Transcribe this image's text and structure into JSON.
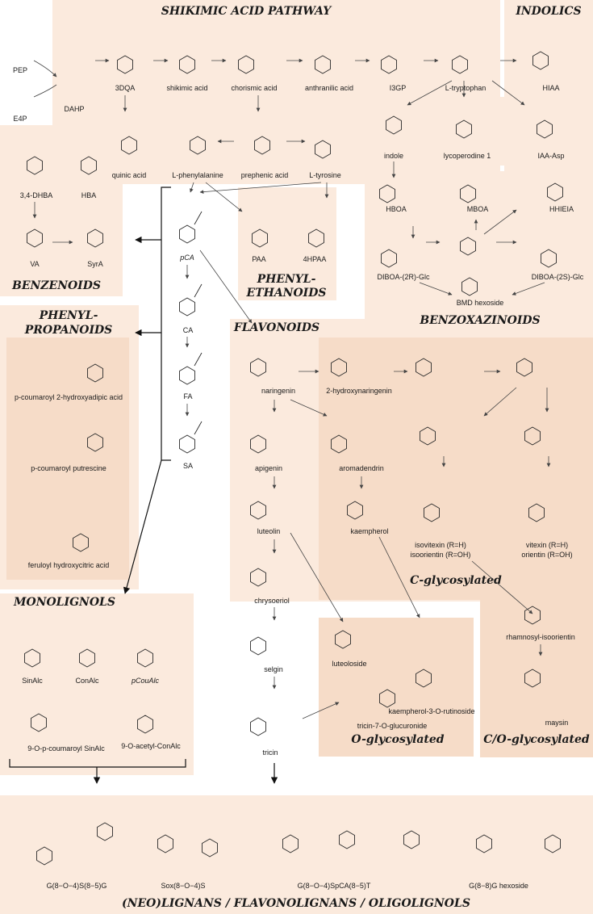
{
  "titles": {
    "shikimic": "SHIKIMIC ACID PATHWAY",
    "indolics": "INDOLICS",
    "benzenoids": "BENZENOIDS",
    "phenylpropanoids_1": "PHENYL-",
    "phenylpropanoids_2": "PROPANOIDS",
    "phenylethanoids_1": "PHENYL-",
    "phenylethanoids_2": "ETHANOIDS",
    "flavonoids": "FLAVONOIDS",
    "benzoxazinoids": "BENZOXAZINOIDS",
    "monolignols": "MONOLIGNOLS",
    "c_glycosylated": "C-glycosylated",
    "o_glycosylated": "O-glycosylated",
    "co_glycosylated": "C/O-glycosylated",
    "lignans": "(NEO)LIGNANS / FLAVONOLIGNANS / OLIGOLIGNOLS"
  },
  "compounds": {
    "pep": "PEP",
    "e4p": "E4P",
    "dahp": "DAHP",
    "dqa": "3DQA",
    "shikimic_acid": "shikimic acid",
    "chorismic_acid": "chorismic acid",
    "anthranilic_acid": "anthranilic acid",
    "i3gp": "I3GP",
    "l_tryptophan": "L-tryptophan",
    "hiaa": "HIAA",
    "indole": "indole",
    "lycoperodine": "lycoperodine 1",
    "iaa_asp": "IAA-Asp",
    "quinic_acid": "quinic acid",
    "l_phenylalanine": "L-phenylalanine",
    "prephenic_acid": "prephenic acid",
    "l_tyrosine": "L-tyrosine",
    "dhba": "3,4-DHBA",
    "hba": "HBA",
    "va": "VA",
    "syra": "SyrA",
    "pca": "pCA",
    "ca": "CA",
    "fa": "FA",
    "sa": "SA",
    "paa": "PAA",
    "hpaa": "4HPAA",
    "hboa": "HBOA",
    "mboa": "MBOA",
    "hhieia": "HHIEIA",
    "diboa_2r": "DIBOA-(2R)-Glc",
    "diboa_2s": "DIBOA-(2S)-Glc",
    "bmd": "BMD hexoside",
    "pcoum_adipic": "p-coumaroyl 2-hydroxyadipic acid",
    "pcoum_putrescine": "p-coumaroyl putrescine",
    "feruloyl_hca": "feruloyl hydroxycitric acid",
    "naringenin": "naringenin",
    "hydroxynaringenin": "2-hydroxynaringenin",
    "apigenin": "apigenin",
    "aromadendrin": "aromadendrin",
    "kaempherol": "kaempherol",
    "luteolin": "luteolin",
    "chrysoeriol": "chrysoeriol",
    "selgin": "selgin",
    "tricin": "tricin",
    "luteoloside": "luteoloside",
    "kaempherol_rut": "kaempherol-3-O-rutinoside",
    "tricin_gluc": "tricin-7-O-glucuronide",
    "isovitexin_1": "isovitexin (R=H)",
    "isovitexin_2": "isoorientin (R=OH)",
    "vitexin_1": "vitexin (R=H)",
    "vitexin_2": "orientin (R=OH)",
    "rhamnosyl_iso": "rhamnosyl-isoorientin",
    "maysin": "maysin",
    "sinalc": "SinAlc",
    "conalc": "ConAlc",
    "pcoualc": "pCouAlc",
    "sinalc_pcoum": "9-O-p-coumaroyl SinAlc",
    "acetyl_conalc": "9-O-acetyl-ConAlc",
    "g8o4s": "G(8−O−4)S(8−5)G",
    "sox": "Sox(8−O−4)S",
    "g8o4spca": "G(8−O−4)SpCA(8−5)T",
    "g88g": "G(8−8)G hexoside"
  }
}
